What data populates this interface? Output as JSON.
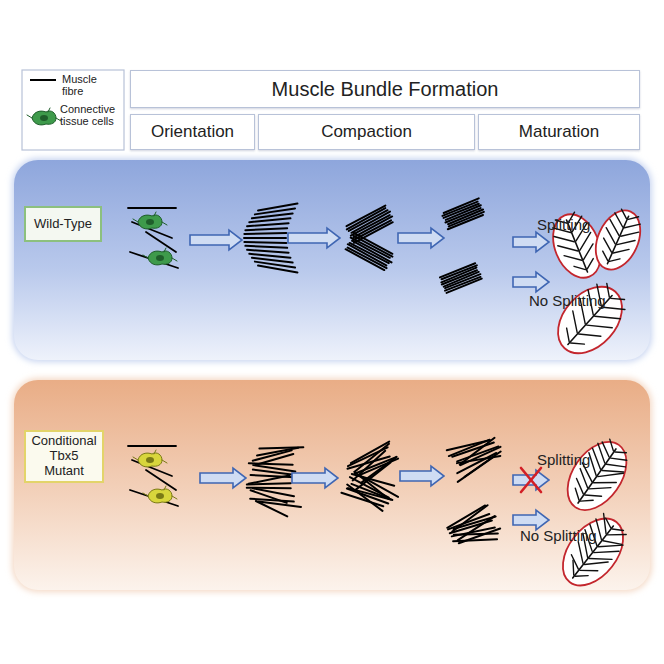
{
  "diagram": {
    "nodes": [
      {
        "text": [
          "Muscle Bundle Formation"
        ]
      },
      {
        "text": [
          "Orientation"
        ]
      },
      {
        "text": [
          "Compaction"
        ]
      },
      {
        "text": [
          "Maturation"
        ]
      },
      {
        "text": [
          "Wild-Type"
        ]
      },
      {
        "text": [
          "Conditional Tbx5 Mutant"
        ]
      }
    ],
    "labels": [
      "Splitting",
      "No Splitting",
      "Splitting",
      "No Splitting"
    ],
    "legend": [
      {
        "text": "Muscle fibre"
      },
      {
        "text": "Connective tissue cells"
      }
    ]
  }
}
